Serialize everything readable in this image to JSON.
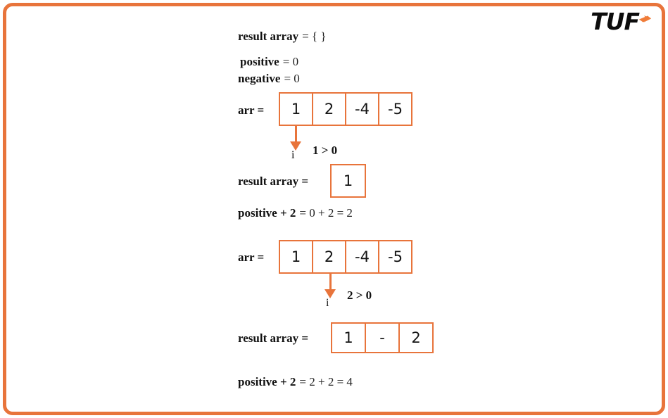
{
  "brand": {
    "logo_text": "TUF",
    "logo_arrow_icon": "arrow-right-icon",
    "accent_color": "#e8743b"
  },
  "frame": {
    "border_color": "#e8743b",
    "background": "#ffffff"
  },
  "steps": {
    "initial": {
      "result_array_label": "result array",
      "result_array_value": "= { }",
      "positive_label": "positive",
      "positive_value": "= 0",
      "negative_label": "negative",
      "negative_value": "= 0"
    },
    "iteration_1": {
      "arr_label": "arr =",
      "arr_cells": [
        "1",
        "2",
        "-4",
        "-5"
      ],
      "pointer_index": 0,
      "pointer_label": "i",
      "condition": "1 > 0",
      "result_label": "result array =",
      "result_cells": [
        "1"
      ],
      "equation_bold": "positive + 2",
      "equation_rest": "= 0 + 2 = 2"
    },
    "iteration_2": {
      "arr_label": "arr =",
      "arr_cells": [
        "1",
        "2",
        "-4",
        "-5"
      ],
      "pointer_index": 1,
      "pointer_label": "i",
      "condition": "2 > 0",
      "result_label": "result array =",
      "result_cells": [
        "1",
        "-",
        "2"
      ],
      "equation_bold": "positive + 2",
      "equation_rest": "= 2 + 2 = 4"
    }
  }
}
